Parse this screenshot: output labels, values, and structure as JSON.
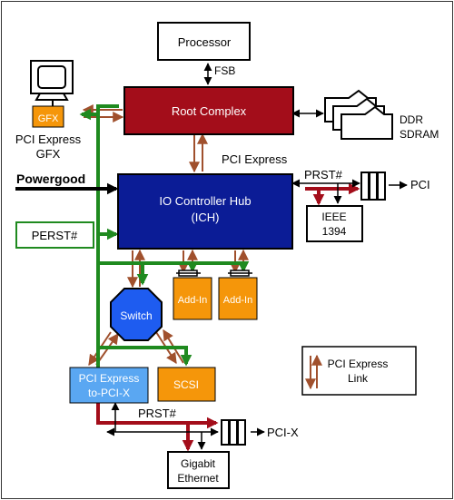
{
  "diagram": {
    "processor": "Processor",
    "fsb": "FSB",
    "root_complex": "Root Complex",
    "gfx": "GFX",
    "pcie_gfx_line1": "PCI Express",
    "pcie_gfx_line2": "GFX",
    "ddr_line1": "DDR",
    "ddr_line2": "SDRAM",
    "pcie_label": "PCI Express",
    "powergood": "Powergood",
    "ich_line1": "IO Controller Hub",
    "ich_line2": "(ICH)",
    "prst_top": "PRST#",
    "pci": "PCI",
    "ieee_line1": "IEEE",
    "ieee_line2": "1394",
    "perst": "PERST#",
    "addin_1": "Add-In",
    "addin_2": "Add-In",
    "switch": "Switch",
    "legend_line1": "PCI Express",
    "legend_line2": "Link",
    "bridge_line1": "PCI Express",
    "bridge_line2": "to-PCI-X",
    "scsi": "SCSI",
    "prst_bottom": "PRST#",
    "pcix": "PCI-X",
    "gbe_line1": "Gigabit",
    "gbe_line2": "Ethernet"
  },
  "colors": {
    "root_complex": "#a30d1a",
    "ich": "#0b1c96",
    "orange": "#f5960a",
    "switch": "#1e5cf0",
    "bridge": "#5aa7f2",
    "green_link": "#1f8a1f",
    "red_link": "#a30d1a",
    "pcie_brown": "#a0502d"
  }
}
